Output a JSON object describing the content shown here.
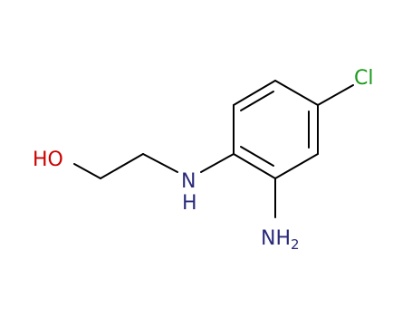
{
  "molecule": {
    "atoms": {
      "hydroxyl": {
        "symbol": "HO",
        "color": "#cc0000"
      },
      "amine_nh": {
        "symbol": "N",
        "hydrogen": "H",
        "color": "#2a2a7a"
      },
      "amino": {
        "symbol": "NH",
        "subscript": "2",
        "color": "#2a2a7a"
      },
      "chlorine": {
        "symbol": "Cl",
        "color": "#1a9a1a"
      }
    },
    "bond_color": "#000000"
  }
}
